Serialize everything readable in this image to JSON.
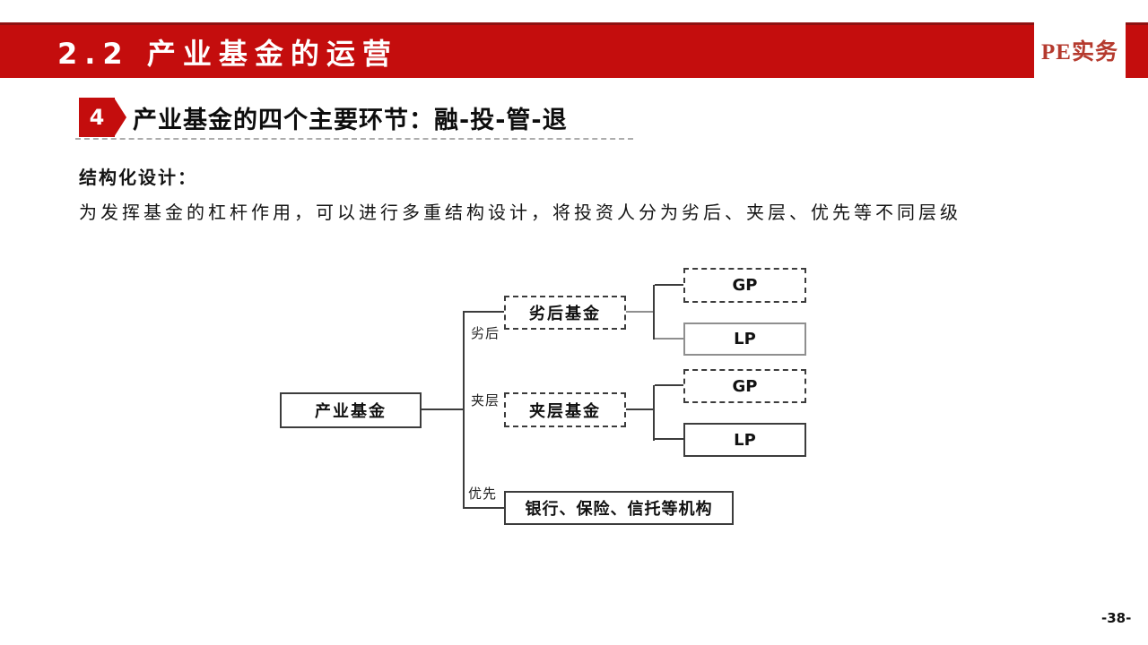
{
  "header": {
    "title": "2.2 产业基金的运营",
    "logo_text": "PE实务"
  },
  "section": {
    "badge": "4",
    "heading": "产业基金的四个主要环节：融-投-管-退"
  },
  "content": {
    "lead": "结构化设计：",
    "paragraph": "为发挥基金的杠杆作用，可以进行多重结构设计，将投资人分为劣后、夹层、优先等不同层级"
  },
  "diagram": {
    "root": "产业基金",
    "branches": [
      {
        "tier": "劣后",
        "fund": "劣后基金",
        "children": [
          {
            "label": "GP"
          },
          {
            "label": "LP"
          }
        ]
      },
      {
        "tier": "夹层",
        "fund": "夹层基金",
        "children": [
          {
            "label": "GP"
          },
          {
            "label": "LP"
          }
        ]
      },
      {
        "tier": "优先",
        "fund": "银行、保险、信托等机构",
        "children": []
      }
    ]
  },
  "footer": {
    "page_number": "-38-"
  },
  "colors": {
    "accent_red": "#c40d0d",
    "accent_red_dark": "#8e1111",
    "logo_red": "#b53a2e",
    "diagram_line": "#3c3c3c",
    "diagram_line_gray": "#8f8f8f"
  }
}
